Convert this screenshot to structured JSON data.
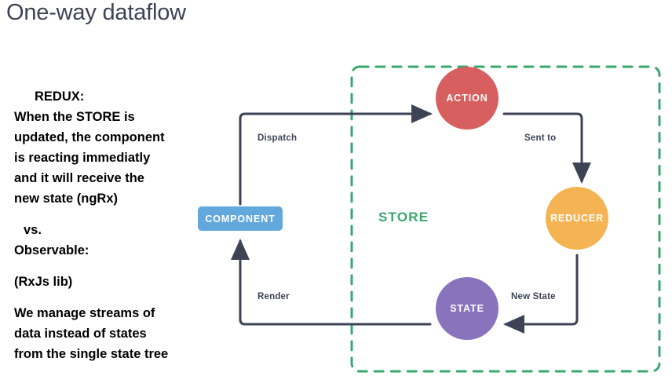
{
  "slide": {
    "title": "One-way dataflow",
    "background_color": "#ffffff",
    "title_color": "#3d4355"
  },
  "notes": {
    "lines": [
      {
        "text": "REDUX:",
        "indent": 1
      },
      {
        "text": "When the STORE is",
        "indent": 0
      },
      {
        "text": "updated, the component",
        "indent": 0
      },
      {
        "text": "is reacting immediatly",
        "indent": 0
      },
      {
        "text": "and it will receive the",
        "indent": 0
      },
      {
        "text": "new state (ngRx)",
        "indent": 0
      },
      {
        "text": "",
        "indent": 0,
        "spacer": true
      },
      {
        "text": "vs.",
        "indent": 2
      },
      {
        "text": "Observable:",
        "indent": 0
      },
      {
        "text": "",
        "indent": 0,
        "spacer": true
      },
      {
        "text": "(RxJs lib)",
        "indent": 0
      },
      {
        "text": "",
        "indent": 0,
        "spacer": true
      },
      {
        "text": "We manage streams of",
        "indent": 0
      },
      {
        "text": "data instead of states",
        "indent": 0
      },
      {
        "text": "from the single state tree",
        "indent": 0
      }
    ]
  },
  "diagram": {
    "store": {
      "label": "STORE",
      "border_color": "#3aa76d",
      "label_color": "#3aa76d",
      "border_style": "dashed"
    },
    "nodes": {
      "component": {
        "label": "COMPONENT",
        "color": "#62a8dc",
        "shape": "rounded-rect"
      },
      "action": {
        "label": "ACTION",
        "color": "#d75f5f",
        "shape": "circle"
      },
      "reducer": {
        "label": "REDUCER",
        "color": "#f5b454",
        "shape": "circle"
      },
      "state": {
        "label": "STATE",
        "color": "#8973bd",
        "shape": "circle"
      }
    },
    "edges": [
      {
        "label": "Dispatch",
        "from": "component",
        "to": "action"
      },
      {
        "label": "Sent to",
        "from": "action",
        "to": "reducer"
      },
      {
        "label": "New State",
        "from": "reducer",
        "to": "state"
      },
      {
        "label": "Render",
        "from": "state",
        "to": "component"
      }
    ],
    "edge_color": "#3d4355"
  }
}
